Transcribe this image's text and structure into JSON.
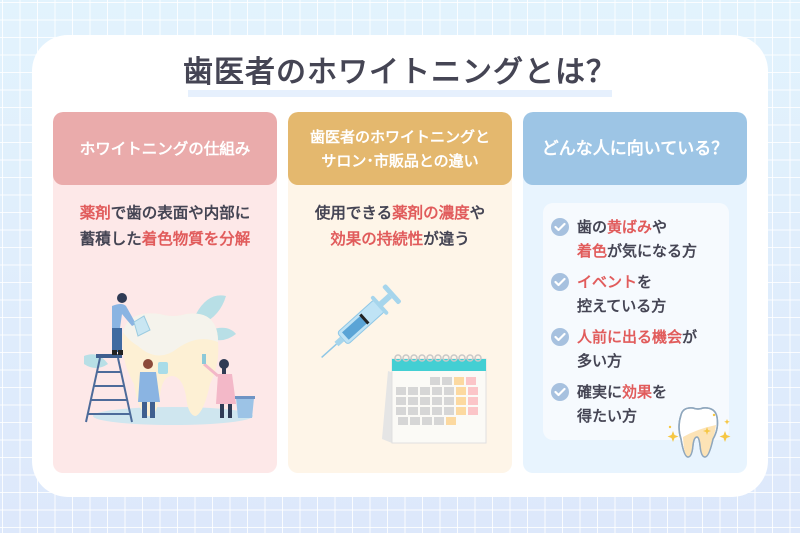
{
  "title": "歯医者のホワイトニングとは？",
  "colors": {
    "title_text": "#454554",
    "highlight": "#e15c5c",
    "col1_header": "#eaabab",
    "col1_body": "#fde8e8",
    "col2_header": "#e4b86e",
    "col2_body": "#fef5e8",
    "col3_header": "#9dc5e5",
    "col3_body": "#e8f4fe",
    "check_icon": "#a7c1df"
  },
  "columns": [
    {
      "header": "ホワイトニングの仕組み",
      "body_lines": [
        [
          {
            "text": "薬剤",
            "hl": true
          },
          {
            "text": "で歯の表面や内部に",
            "hl": false
          }
        ],
        [
          {
            "text": "蓄積した",
            "hl": false
          },
          {
            "text": "着色物質を分解",
            "hl": true
          }
        ]
      ],
      "illustration": "dental-workers-cleaning-tooth-illustration"
    },
    {
      "header_lines": [
        "歯医者のホワイトニングと",
        "サロン･市販品との違い"
      ],
      "body_lines": [
        [
          {
            "text": "使用できる",
            "hl": false
          },
          {
            "text": "薬剤の濃度",
            "hl": true
          },
          {
            "text": "や",
            "hl": false
          }
        ],
        [
          {
            "text": "効果の持続性",
            "hl": true
          },
          {
            "text": "が違う",
            "hl": false
          }
        ]
      ],
      "illustration": "syringe-and-calendar-illustration"
    },
    {
      "header": "どんな人に向いている？",
      "items": [
        {
          "lines": [
            [
              {
                "text": "歯の",
                "hl": false
              },
              {
                "text": "黄ばみ",
                "hl": true
              },
              {
                "text": "や",
                "hl": false
              }
            ],
            [
              {
                "text": "着色",
                "hl": true
              },
              {
                "text": "が気になる方",
                "hl": false
              }
            ]
          ]
        },
        {
          "lines": [
            [
              {
                "text": "イベント",
                "hl": true
              },
              {
                "text": "を",
                "hl": false
              }
            ],
            [
              {
                "text": "控えている方",
                "hl": false
              }
            ]
          ]
        },
        {
          "lines": [
            [
              {
                "text": "人前に出る機会",
                "hl": true
              },
              {
                "text": "が",
                "hl": false
              }
            ],
            [
              {
                "text": "多い方",
                "hl": false
              }
            ]
          ]
        },
        {
          "lines": [
            [
              {
                "text": "確実に",
                "hl": false
              },
              {
                "text": "効果",
                "hl": true
              },
              {
                "text": "を",
                "hl": false
              }
            ],
            [
              {
                "text": "得たい方",
                "hl": false
              }
            ]
          ]
        }
      ],
      "icon": "check-circle-icon",
      "illustration": "sparkling-tooth-icon"
    }
  ]
}
